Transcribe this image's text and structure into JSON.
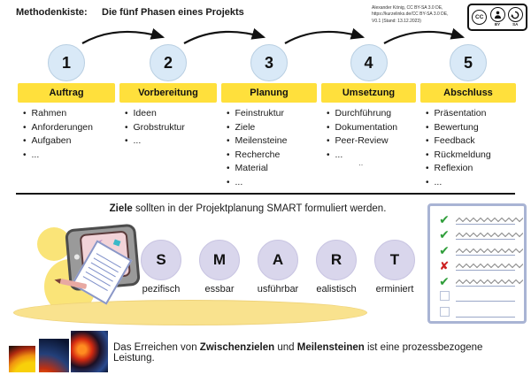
{
  "header": {
    "kicker": "Methodenkiste:",
    "title": "Die fünf Phasen eines Projekts",
    "license_line1": "Alexander König, CC BY-SA 3.0 DE,",
    "license_line2": "https://kurzelinks.de/CC BY-SA 3.0 DE,",
    "license_line3": "V0.1 (Stand: 13.12.2023)",
    "cc_badge": {
      "cc": "CC",
      "by": "BY",
      "sa": "SA"
    }
  },
  "phases": [
    {
      "number": "1",
      "label": "Auftrag",
      "items": [
        "Rahmen",
        "Anforderungen",
        "Aufgaben",
        "..."
      ]
    },
    {
      "number": "2",
      "label": "Vorbereitung",
      "items": [
        "Ideen",
        "Grobstruktur",
        "..."
      ]
    },
    {
      "number": "3",
      "label": "Planung",
      "items": [
        "Feinstruktur",
        "Ziele",
        "Meilensteine",
        "Recherche",
        "Material",
        "..."
      ]
    },
    {
      "number": "4",
      "label": "Umsetzung",
      "items": [
        "Durchführung",
        "Dokumentation",
        "Peer-Review",
        "..."
      ]
    },
    {
      "number": "5",
      "label": "Abschluss",
      "items": [
        "Präsentation",
        "Bewertung",
        "Feedback",
        "Rückmeldung",
        "Reflexion",
        "..."
      ]
    }
  ],
  "stray_mark": "‥",
  "smart": {
    "sentence_bold": "Ziele",
    "sentence_rest": " sollten in der Projektplanung SMART formuliert werden.",
    "letters": [
      {
        "letter": "S",
        "word": "pezifisch"
      },
      {
        "letter": "M",
        "word": "essbar"
      },
      {
        "letter": "A",
        "word": "usführbar"
      },
      {
        "letter": "R",
        "word": "ealistisch"
      },
      {
        "letter": "T",
        "word": "erminiert"
      }
    ],
    "checklist_rows": [
      "check",
      "check",
      "check",
      "cross",
      "check",
      "empty",
      "empty"
    ]
  },
  "footer": {
    "part1": "Das Erreichen von ",
    "bold1": "Zwischenzielen",
    "part2": " und ",
    "bold2": "Meilensteinen",
    "part3": " ist eine prozessbezogene Leistung."
  },
  "colors": {
    "phase_bar_yellow": "#ffe03c",
    "phase_circle_blue": "#d9e9f7",
    "smart_lavender": "#d9d6ec",
    "check_green": "#2f9e3a",
    "cross_red": "#cc2020",
    "ground_yellow": "#f9e28e"
  }
}
